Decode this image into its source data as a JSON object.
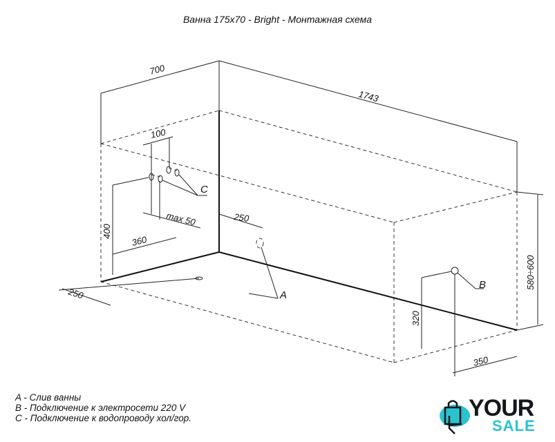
{
  "title": "Ванна 175х70 - Bright - Монтажная схема",
  "dimensions": {
    "width": "700",
    "length": "1743",
    "pipe_spacing": "100",
    "max_offset": "max 50",
    "height_400": "400",
    "dist_360": "360",
    "dist_250_left": "250",
    "dist_250_drain": "250",
    "height_range": "580÷600",
    "height_320": "320",
    "dist_350": "350"
  },
  "markers": {
    "a": "A",
    "b": "B",
    "c": "C"
  },
  "legend": [
    "A - Слив ванны",
    "B - Подключение к электросети 220 V",
    "C - Подключение к водопроводу хол/гор."
  ],
  "logo": {
    "line1": "YOUR",
    "line2": "SALE",
    "accent": "#2bc3cf",
    "dark": "#15171c"
  }
}
